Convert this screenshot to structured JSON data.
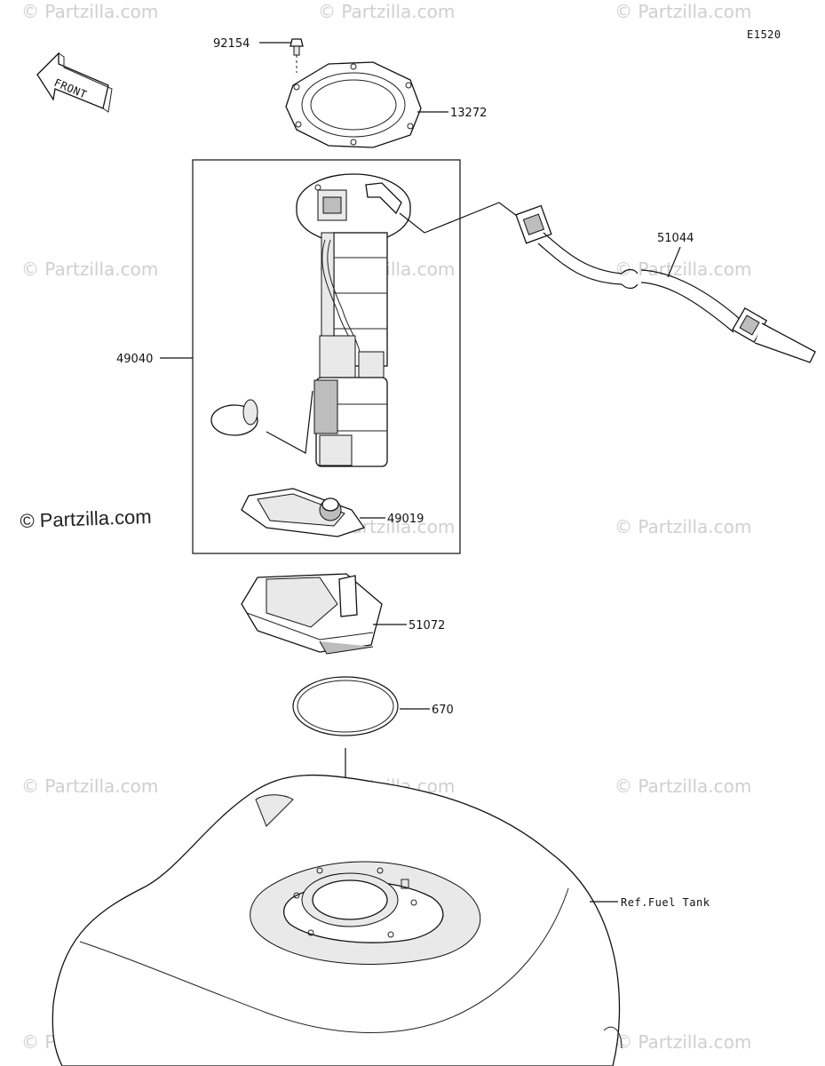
{
  "diagram_code": "E1520",
  "front_label": "FRONT",
  "copyright_text": "© Partzilla.com",
  "watermark_text": "© Partzilla.com",
  "parts": [
    {
      "id": "92154",
      "label": "92154"
    },
    {
      "id": "13272",
      "label": "13272"
    },
    {
      "id": "51044",
      "label": "51044"
    },
    {
      "id": "49040",
      "label": "49040"
    },
    {
      "id": "49019",
      "label": "49019"
    },
    {
      "id": "51072",
      "label": "51072"
    },
    {
      "id": "670",
      "label": "670"
    },
    {
      "id": "ref-fuel-tank",
      "label": "Ref.Fuel Tank"
    }
  ]
}
